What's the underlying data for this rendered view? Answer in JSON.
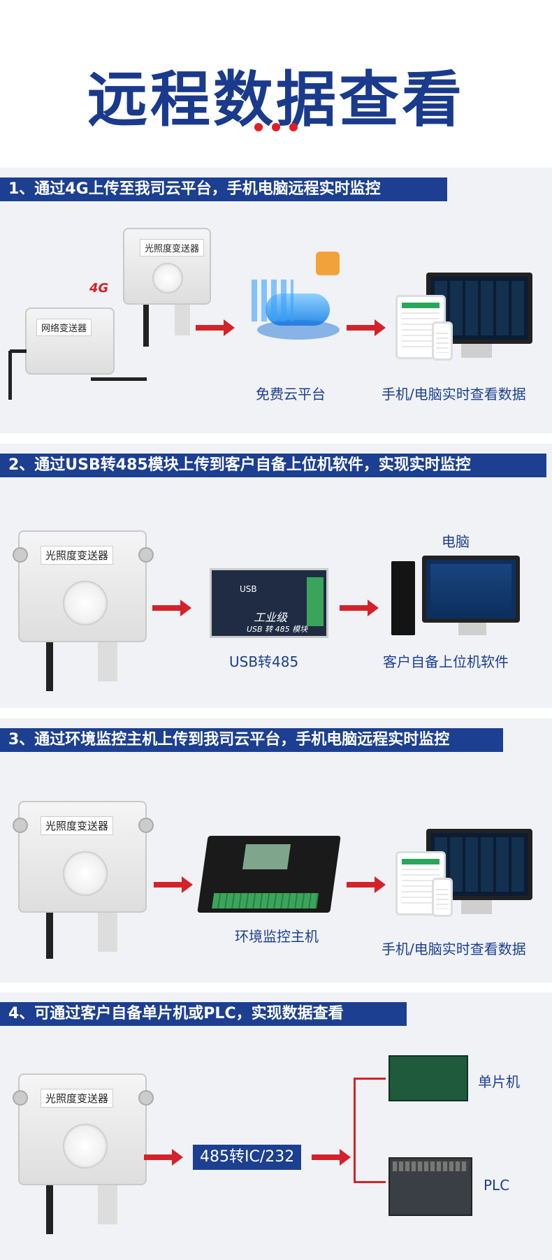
{
  "title": "远程数据查看",
  "sections": [
    {
      "heading": "1、通过4G上传至我司云平台，手机电脑远程实时监控",
      "sensor_label_1": "光照度变送器",
      "sensor_label_2": "网络变送器",
      "badge_4g": "4G",
      "caption_cloud": "免费云平台",
      "caption_device": "手机/电脑实时查看数据"
    },
    {
      "heading": "2、通过USB转485模块上传到客户自备上位机软件，实现实时监控",
      "sensor_label": "光照度变送器",
      "module_text": "工业级",
      "module_sub": "USB 转 485 模块",
      "usb_text": "USB",
      "caption_pc_top": "电脑",
      "caption_module": "USB转485",
      "caption_software": "客户自备上位机软件"
    },
    {
      "heading": "3、通过环境监控主机上传到我司云平台，手机电脑远程实时监控",
      "sensor_label": "光照度变送器",
      "caption_host": "环境监控主机",
      "caption_device": "手机/电脑实时查看数据"
    },
    {
      "heading": "4、可通过客户自备单片机或PLC，实现数据查看",
      "sensor_label": "光照度变送器",
      "converter": "485转IC/232",
      "caption_mcu": "单片机",
      "caption_plc": "PLC"
    }
  ],
  "colors": {
    "brand_blue": "#1c3f91",
    "title_blue": "#1a3a8c",
    "accent_red": "#d4222a"
  }
}
